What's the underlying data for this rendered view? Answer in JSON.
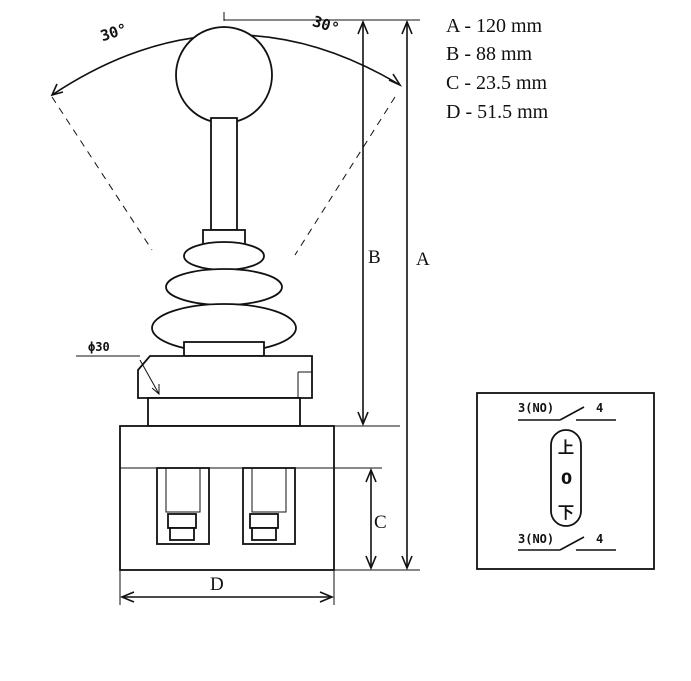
{
  "angles": {
    "left": "30°",
    "right": "30°"
  },
  "dimension_letters": {
    "a": "A",
    "b": "B",
    "c": "C",
    "d": "D"
  },
  "diameter_label": "ϕ30",
  "legend": [
    {
      "text": "A - 120 mm"
    },
    {
      "text": "B - 88 mm"
    },
    {
      "text": "C - 23.5 mm"
    },
    {
      "text": "D - 51.5 mm"
    }
  ],
  "schematic": {
    "top_contact": "3(NO)",
    "top_number": "4",
    "bottom_contact": "3(NO)",
    "bottom_number": "4",
    "pos_up": "上",
    "pos_zero": "0",
    "pos_down": "下"
  }
}
